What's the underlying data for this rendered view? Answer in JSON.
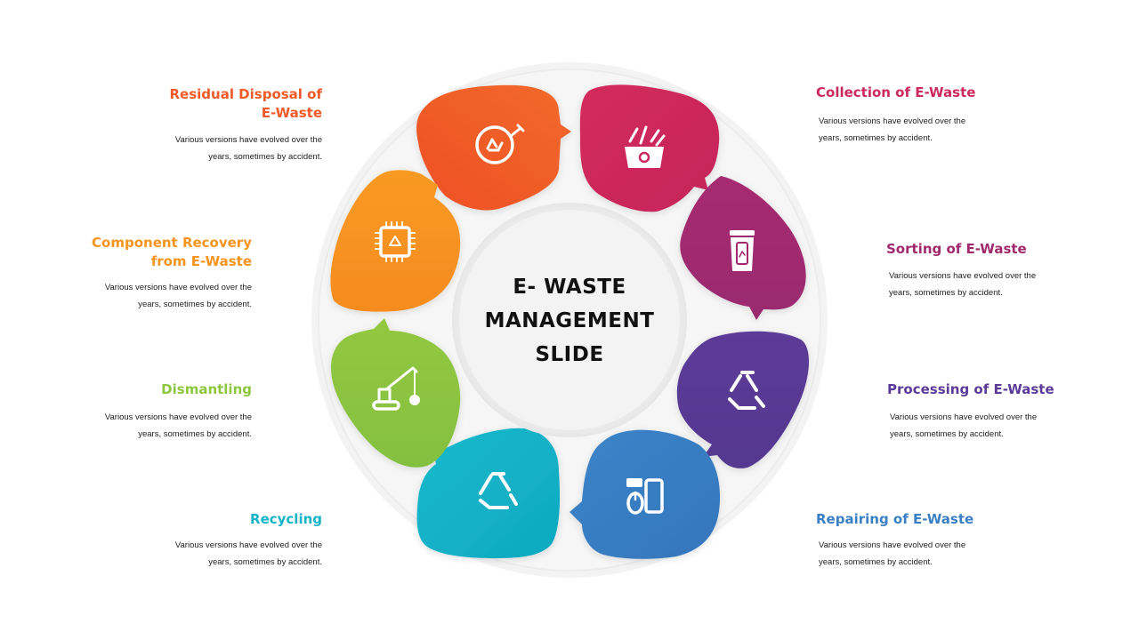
{
  "center": {
    "line1": "E- WASTE",
    "line2": "MANAGEMENT",
    "line3": "SLIDE"
  },
  "colors": {
    "collection": "#cc2a5c",
    "sorting": "#a0296e",
    "processing": "#5b3b97",
    "repairing": "#3a7fc4",
    "recycling": "#14b3c7",
    "dismantling": "#8dc63f",
    "component": "#f7941d",
    "residual": "#f05a28"
  },
  "steps": {
    "residual": {
      "title1": "Residual Disposal  of",
      "title2": "E-Waste",
      "desc1": "Various versions have evolved over the",
      "desc2": "years, sometimes by accident.",
      "icon": "recycle-plug-icon"
    },
    "collection": {
      "title": "Collection of E-Waste",
      "desc1": "Various versions have evolved over the",
      "desc2": "years, sometimes by accident.",
      "icon": "recycle-bin-icon"
    },
    "component": {
      "title1": "Component Recovery",
      "title2": "from E-Waste",
      "desc1": "Various versions have evolved over the",
      "desc2": "years, sometimes by accident.",
      "icon": "chip-recycle-icon"
    },
    "sorting": {
      "title": "Sorting of E-Waste",
      "desc1": "Various versions have evolved over the",
      "desc2": "years, sometimes by accident.",
      "icon": "trash-phone-icon"
    },
    "dismantling": {
      "title": "Dismantling",
      "desc1": "Various versions have evolved over the",
      "desc2": "years, sometimes by accident.",
      "icon": "crane-wrecking-ball-icon"
    },
    "processing": {
      "title": "Processing of E-Waste",
      "desc1": "Various versions have evolved over the",
      "desc2": "years, sometimes by accident.",
      "icon": "recycle-arrows-icon"
    },
    "recycling": {
      "title": "Recycling",
      "desc1": "Various versions have evolved over the",
      "desc2": "years, sometimes by accident.",
      "icon": "recycle-icon"
    },
    "repairing": {
      "title": "Repairing of E-Waste",
      "desc1": "Various versions have evolved over the",
      "desc2": "years, sometimes by accident.",
      "icon": "devices-repair-icon"
    }
  }
}
